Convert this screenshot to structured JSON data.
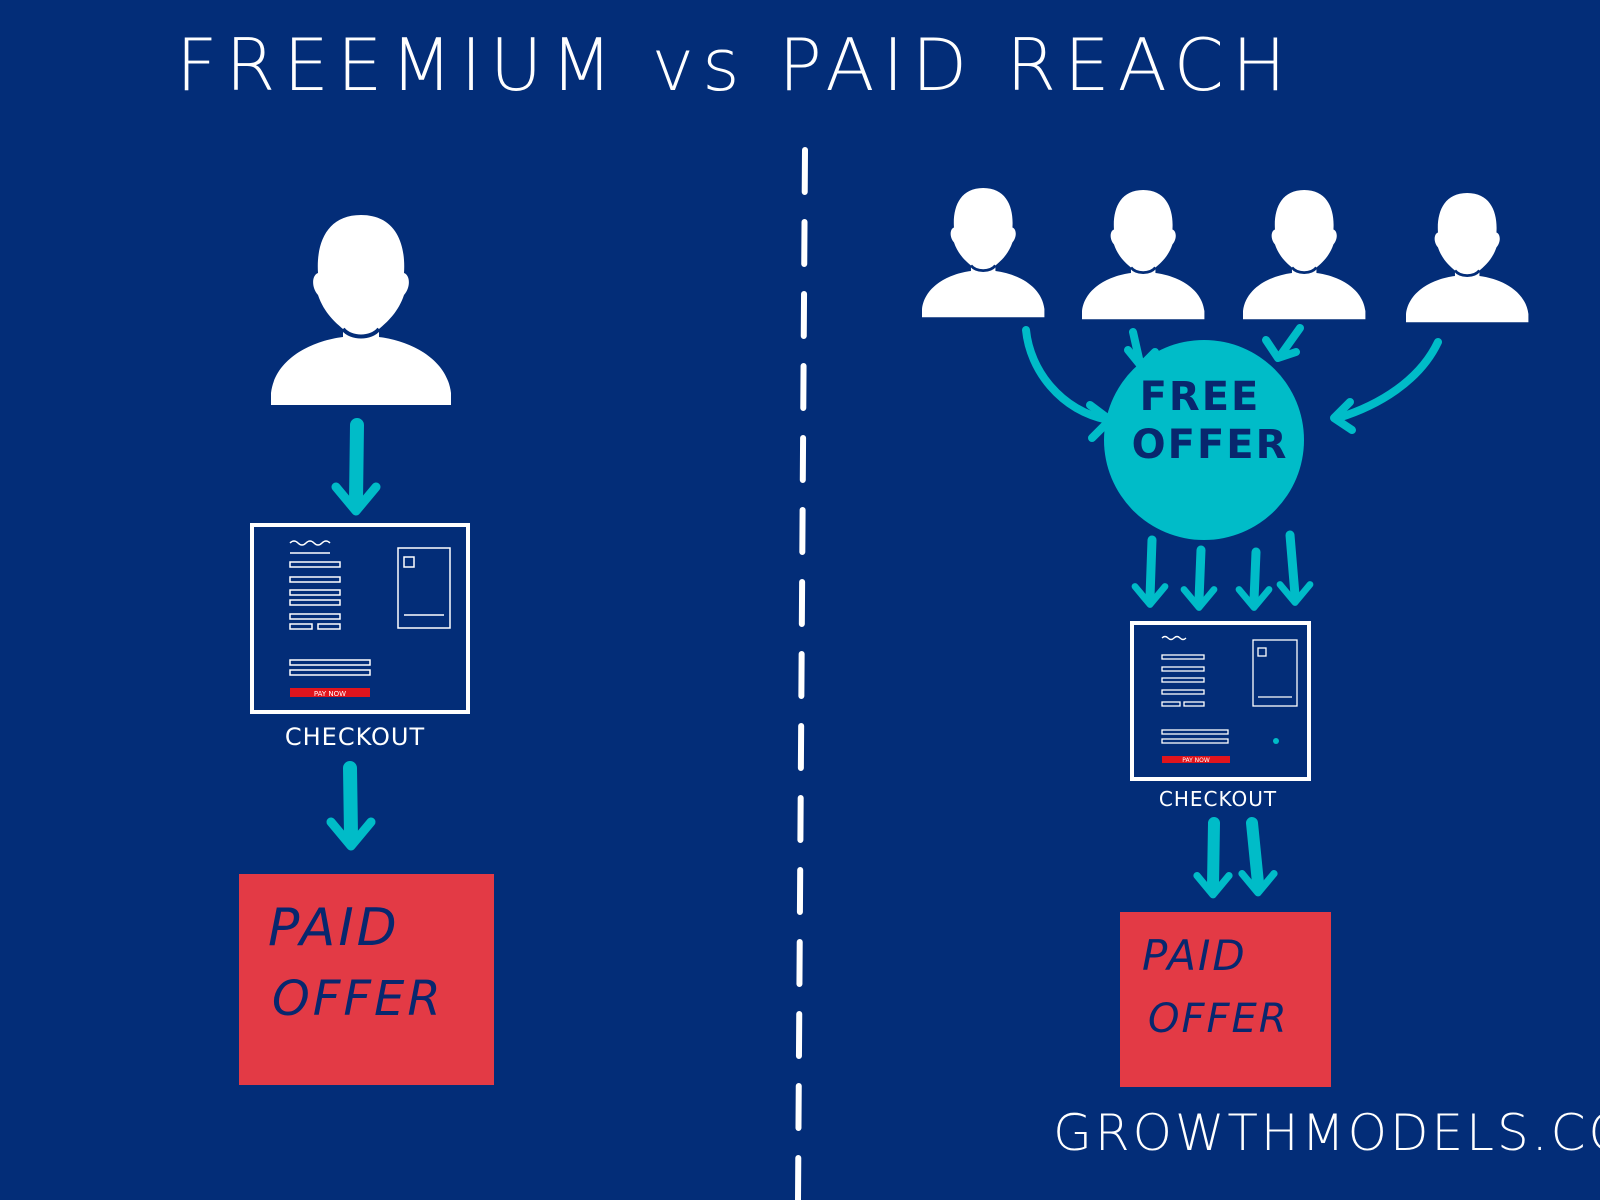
{
  "title": "FREEMIUM vs PAID REACH",
  "left": {
    "checkout_label": "CHECKOUT",
    "paid_offer_line1": "PAID",
    "paid_offer_line2": "OFFER",
    "pay_button": "PAY NOW"
  },
  "right": {
    "free_offer_line1": "FREE",
    "free_offer_line2": "OFFER",
    "checkout_label": "CHECKOUT",
    "paid_offer_line1": "PAID",
    "paid_offer_line2": "OFFER",
    "pay_button": "PAY NOW"
  },
  "brand": "GROWTHMODELS.CO",
  "colors": {
    "background": "#032d78",
    "white": "#ffffff",
    "teal": "#00bcc8",
    "red": "#e33a45",
    "dark_text": "#08276e",
    "pay_red": "#e0141c"
  },
  "icons": [
    "user-icon",
    "arrow-icon",
    "checkout-form-icon"
  ]
}
